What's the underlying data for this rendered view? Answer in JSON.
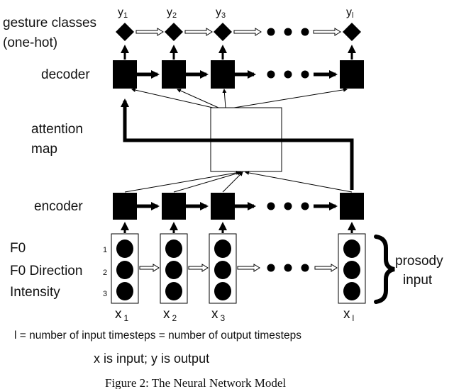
{
  "labels": {
    "gesture_classes_line1": "gesture classes",
    "gesture_classes_line2": "(one-hot)",
    "decoder": "decoder",
    "attention_line1": "attention",
    "attention_line2": "map",
    "encoder": "encoder",
    "feature_1": "F0",
    "feature_2": "F0 Direction",
    "feature_3": "Intensity",
    "prosody_line1": "prosody",
    "prosody_line2": "input"
  },
  "row_numbers": [
    "1",
    "2",
    "3"
  ],
  "outputs": [
    {
      "base": "y",
      "sub": "1"
    },
    {
      "base": "y",
      "sub": "2"
    },
    {
      "base": "y",
      "sub": "3"
    },
    {
      "base": "y",
      "sub": "l"
    }
  ],
  "inputs": [
    {
      "base": "x",
      "sub": "1"
    },
    {
      "base": "x",
      "sub": "2"
    },
    {
      "base": "x",
      "sub": "3"
    },
    {
      "base": "x",
      "sub": "l"
    }
  ],
  "ellipsis": "• • •",
  "notes": {
    "timesteps": "l = number of input timesteps = number of output timesteps",
    "io": "x is input; y is output"
  },
  "caption": "Figure 2: The Neural Network Model"
}
